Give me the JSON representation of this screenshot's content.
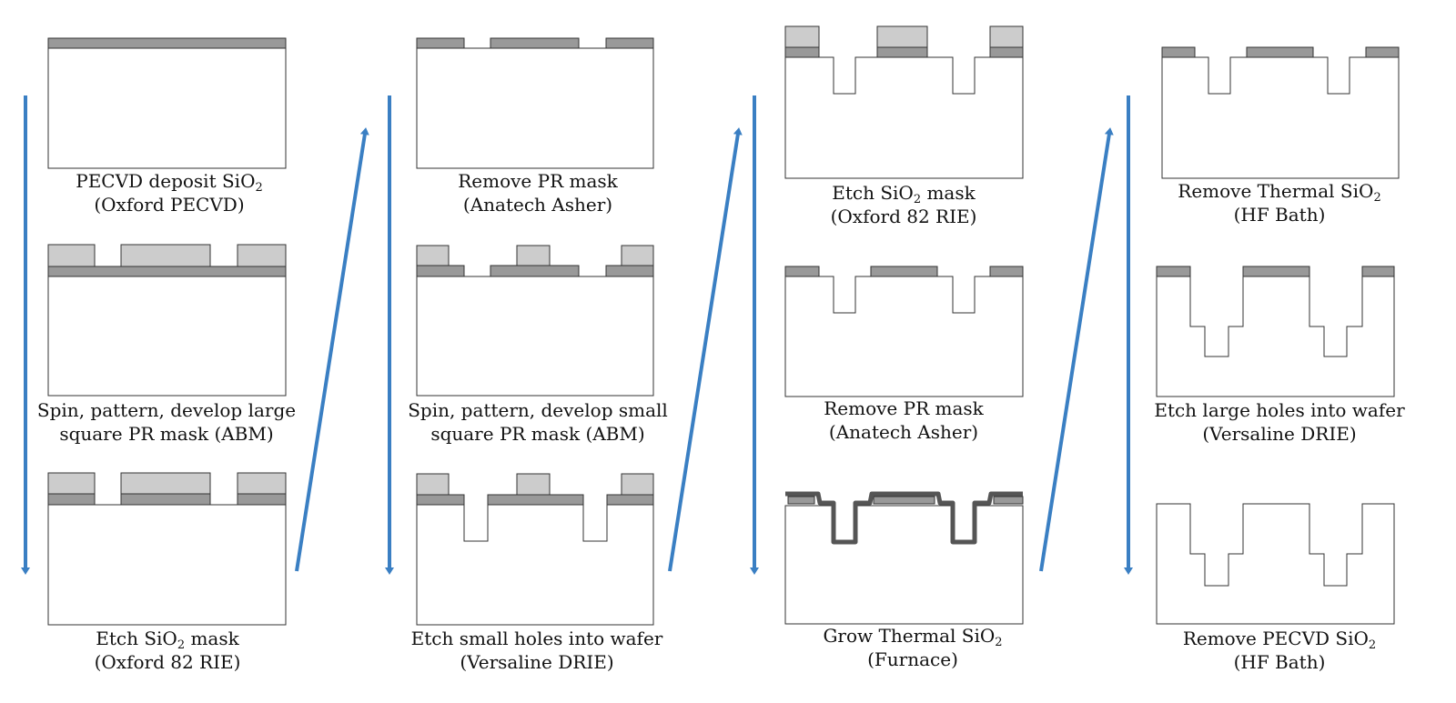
{
  "steps": [
    {
      "line1": "PECVD deposit SiO",
      "line1_sub": "2",
      "line2": "(Oxford PECVD)"
    },
    {
      "line1": "Spin, pattern, develop large",
      "line2": "square PR mask (ABM)"
    },
    {
      "line1": "Etch SiO",
      "line1_sub": "2",
      "line1_post": " mask",
      "line2": "(Oxford 82 RIE)"
    },
    {
      "line1": "Remove PR mask",
      "line2": "(Anatech Asher)"
    },
    {
      "line1": "Spin, pattern, develop small",
      "line2": "square PR mask (ABM)"
    },
    {
      "line1": "Etch small holes into wafer",
      "line2": "(Versaline DRIE)"
    },
    {
      "line1": "Etch SiO",
      "line1_sub": "2",
      "line1_post": " mask",
      "line2": "(Oxford 82 RIE)"
    },
    {
      "line1": "Remove PR mask",
      "line2": "(Anatech Asher)"
    },
    {
      "line1": "Grow Thermal SiO",
      "line1_sub": "2",
      "line2": "(Furnace)"
    },
    {
      "line1": "Remove Thermal SiO",
      "line1_sub": "2",
      "line2": "(HF Bath)"
    },
    {
      "line1": "Etch large holes into wafer",
      "line2": "(Versaline DRIE)"
    },
    {
      "line1": "Remove PECVD SiO",
      "line1_sub": "2",
      "line2": "(HF Bath)"
    }
  ],
  "colors": {
    "arrow": "#3a7fc3",
    "oxide": "#999999",
    "photoresist": "#cccccc",
    "thermal_oxide": "#555555",
    "outline": "#333333",
    "wafer": "#ffffff"
  }
}
